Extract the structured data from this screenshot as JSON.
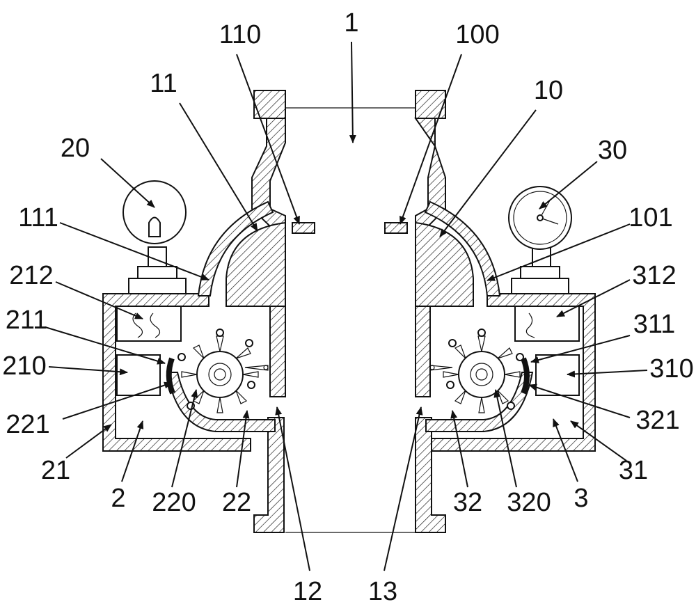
{
  "figure": {
    "labels": {
      "l1": "1",
      "l110": "110",
      "l100": "100",
      "l11": "11",
      "l10": "10",
      "l20": "20",
      "l30": "30",
      "l111": "111",
      "l101": "101",
      "l212": "212",
      "l312": "312",
      "l211": "211",
      "l311": "311",
      "l210": "210",
      "l310": "310",
      "l221": "221",
      "l321": "321",
      "l21": "21",
      "l31": "31",
      "l2": "2",
      "l220": "220",
      "l22": "22",
      "l32": "32",
      "l320": "320",
      "l3": "3",
      "l12": "12",
      "l13": "13"
    }
  }
}
